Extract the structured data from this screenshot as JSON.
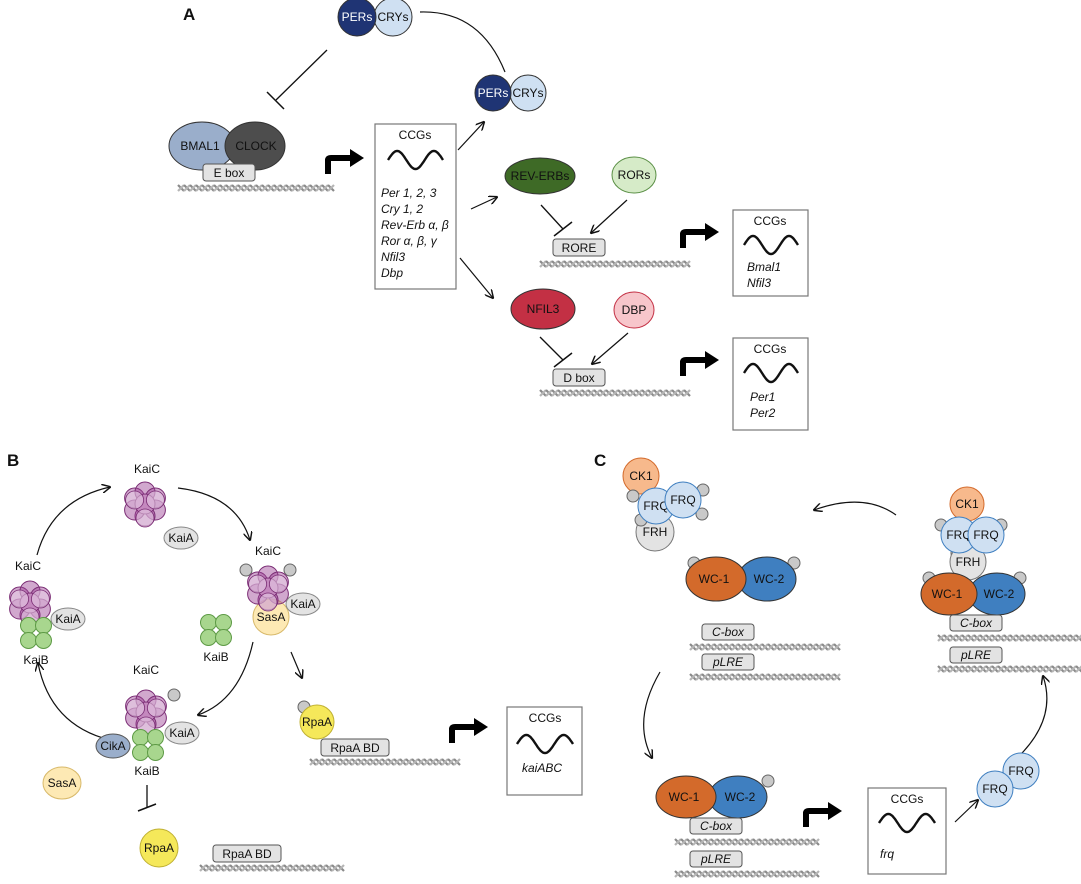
{
  "panels": {
    "a": "A",
    "b": "B",
    "c": "C"
  },
  "colors": {
    "navy": "#1f3474",
    "light_blue": "#cfe0f2",
    "steel": "#9aaecb",
    "dark_gray": "#4d4d4d",
    "dark_green": "#3e6a26",
    "light_green": "#d6ebc8",
    "red": "#c33044",
    "pink": "#f7c6cb",
    "purple": "#9a3d93",
    "gray": "#e3e3e3",
    "green": "#a8d68e",
    "yellow": "#f5e85a",
    "cream": "#fde9b4",
    "orange": "#d36a2b",
    "peach": "#f7b98c",
    "blue": "#3f7fc0"
  },
  "panel_a": {
    "pers": "PERs",
    "crys": "CRYs",
    "bmal1": "BMAL1",
    "clock": "CLOCK",
    "ebox": "E box",
    "ccgs_title": "CCGs",
    "genes": [
      "Per 1, 2, 3",
      "Cry 1, 2",
      "Rev-Erb α, β",
      "Ror α, β, γ",
      "Nfil3",
      "Dbp"
    ],
    "rev_erbs": "REV-ERBs",
    "rors": "RORs",
    "rore": "RORE",
    "rore_ccgs_title": "CCGs",
    "rore_genes": [
      "Bmal1",
      "Nfil3"
    ],
    "nfil3": "NFIL3",
    "dbp": "DBP",
    "dbox": "D box",
    "dbox_ccgs_title": "CCGs",
    "dbox_genes": [
      "Per1",
      "Per2"
    ]
  },
  "panel_b": {
    "kaic": "KaiC",
    "kaia": "KaiA",
    "kaib": "KaiB",
    "sasa": "SasA",
    "cika": "CikA",
    "rpaa": "RpaA",
    "rpaa_bd": "RpaA BD",
    "ccgs_title": "CCGs",
    "gene": "kaiABC"
  },
  "panel_c": {
    "ck1": "CK1",
    "frq": "FRQ",
    "frh": "FRH",
    "wc1": "WC-1",
    "wc2": "WC-2",
    "cbox": "C-box",
    "plre": "pLRE",
    "ccgs_title": "CCGs",
    "gene": "frq"
  }
}
